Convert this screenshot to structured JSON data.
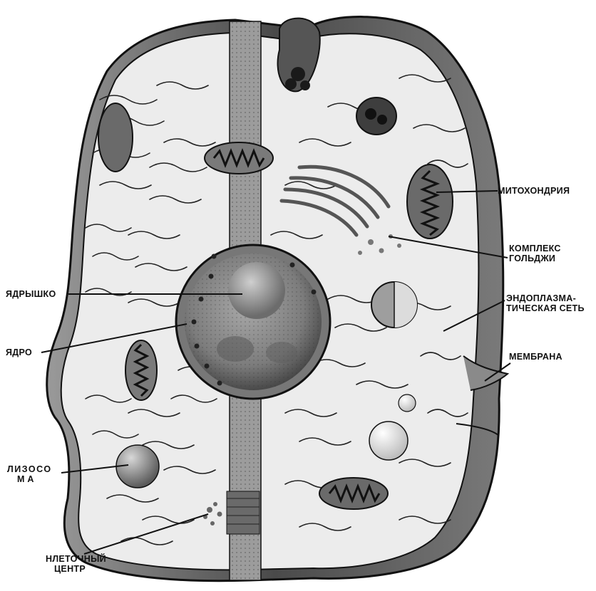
{
  "labels": {
    "mitochondria": "МИТОХОНДРИЯ",
    "golgi_line1": "КОМПЛЕКС",
    "golgi_line2": "ГОЛЬДЖИ",
    "nucleolus": "ЯДРЫШКО",
    "er_line1": "ЭНДОПЛАЗМА-",
    "er_line2": "ТИЧЕСКАЯ СЕТЬ",
    "nucleus": "ЯДРО",
    "membrane": "МЕМБРАНА",
    "lysosome_line1": "ЛИЗОСО",
    "lysosome_line2": "МА",
    "centrosome_line1": "НЛЕТОЧНЫЙ",
    "centrosome_line2": "ЦЕНТР"
  },
  "colors": {
    "ink": "#111111",
    "cell_fill": "#e9e9e9",
    "membrane_shade": "#5a5a5a",
    "nucleus_fill": "#8a8a8a"
  }
}
